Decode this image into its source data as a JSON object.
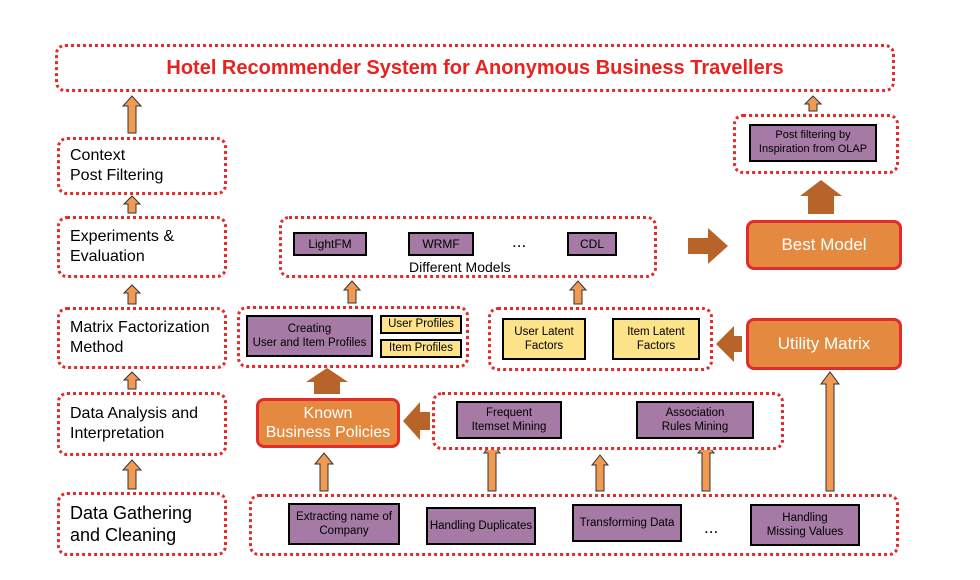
{
  "title": "Hotel Recommender System for Anonymous Business Travellers",
  "left_steps": {
    "context_post_filtering": "Context\nPost Filtering",
    "experiments_evaluation": "Experiments &\nEvaluation",
    "matrix_factorization": "Matrix Factorization\nMethod",
    "data_analysis": "Data Analysis and\nInterpretation",
    "data_gathering": "Data Gathering\nand Cleaning"
  },
  "models": {
    "items": [
      "LightFM",
      "WRMF",
      "CDL"
    ],
    "ellipsis": "...",
    "caption": "Different Models"
  },
  "best_model": "Best Model",
  "post_filtering": "Post filtering by\nInspiration from OLAP",
  "profiles": {
    "creating": "Creating\nUser and Item Profiles",
    "user_profiles": "User Profiles",
    "item_profiles": "Item Profiles"
  },
  "latent": {
    "user": "User Latent\nFactors",
    "item": "Item Latent\nFactors"
  },
  "utility_matrix": "Utility Matrix",
  "known_policies": "Known\nBusiness Policies",
  "mining": {
    "frequent": "Frequent\nItemset Mining",
    "association": "Association\nRules Mining"
  },
  "gathering": {
    "extracting": "Extracting name of\nCompany",
    "duplicates": "Handling Duplicates",
    "transforming": "Transforming Data",
    "ellipsis": "...",
    "missing": "Handling\nMissing Values"
  },
  "colors": {
    "dotted_border": "#e32b2b",
    "title_red": "#e8231f",
    "purple_box": "#a57ba5",
    "yellow_box": "#fde38a",
    "orange_box": "#e48a40",
    "arrow_fill": "#f09a52",
    "big_arrow": "#b8632a"
  }
}
